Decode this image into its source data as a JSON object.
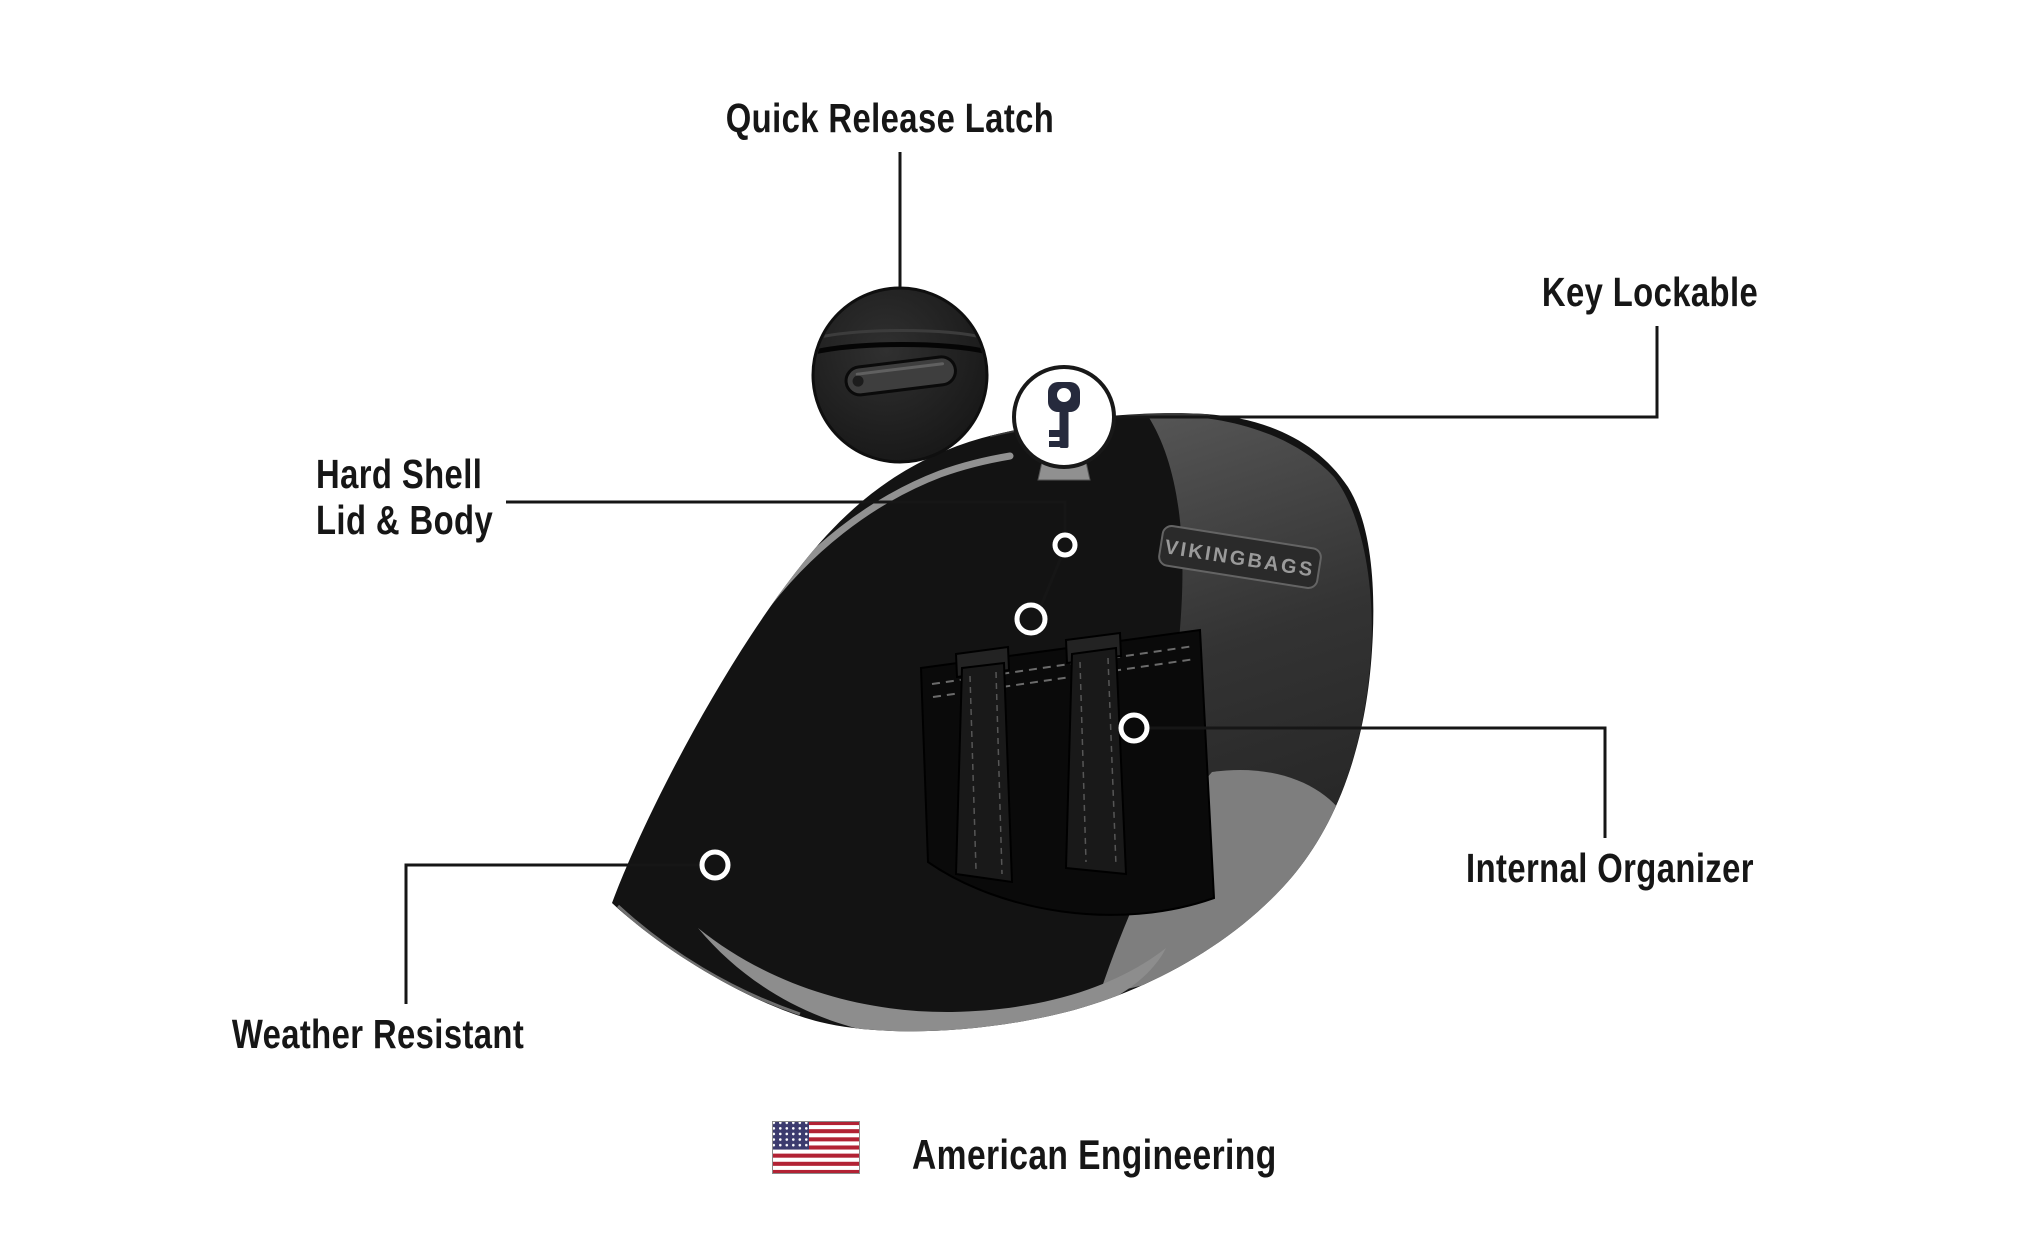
{
  "callouts": {
    "quick_release_latch": "Quick Release Latch",
    "key_lockable": "Key Lockable",
    "hard_shell_line1": "Hard Shell",
    "hard_shell_line2": "Lid & Body",
    "internal_organizer": "Internal Organizer",
    "weather_resistant": "Weather Resistant"
  },
  "footer": {
    "tagline": "American Engineering"
  },
  "product": {
    "brand_badge": "VIKINGBAGS",
    "subject": "hard-shell-motorcycle-saddlebag"
  },
  "icons": {
    "flag": "us-flag-icon",
    "key": "key-icon",
    "latch": "quick-release-latch-icon"
  },
  "colors": {
    "text": "#161616",
    "callout_line": "#161616",
    "marker_ring": "#ffffff",
    "bag_black": "#131313",
    "accent_gray": "#8d8d8d",
    "badge_text": "#9a9a9a",
    "flag_red": "#B22234",
    "flag_blue": "#3C3B6E"
  }
}
